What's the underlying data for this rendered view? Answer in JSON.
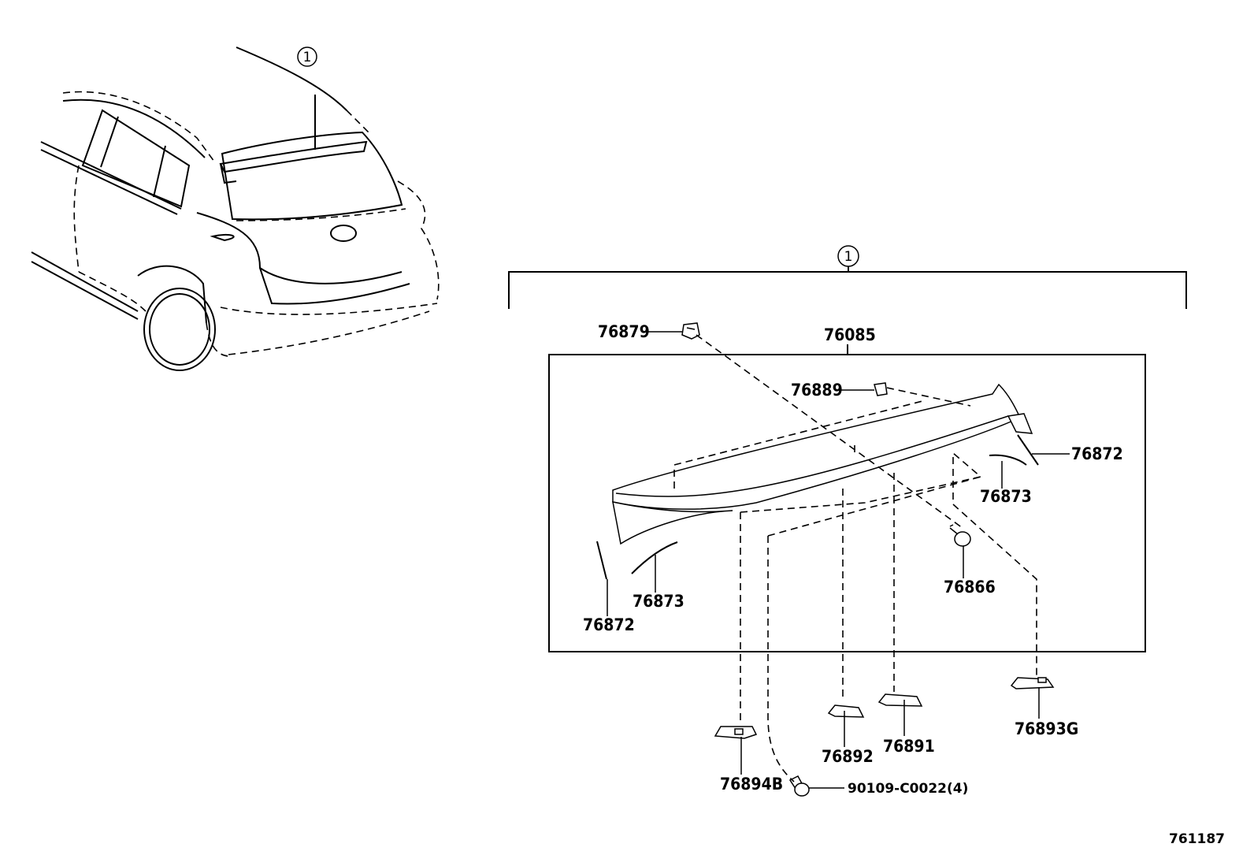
{
  "callouts": {
    "car": "1",
    "assembly": "1"
  },
  "labels": {
    "p76879": "76879",
    "p76085": "76085",
    "p76889": "76889",
    "p76872_right": "76872",
    "p76873_right": "76873",
    "p76866": "76866",
    "p76873_left": "76873",
    "p76872_left": "76872",
    "p76894B": "76894B",
    "p76892": "76892",
    "p76891": "76891",
    "p76893G": "76893G",
    "p90109": "90109-C0022(4)"
  },
  "footer": {
    "figure_number": "761187"
  }
}
